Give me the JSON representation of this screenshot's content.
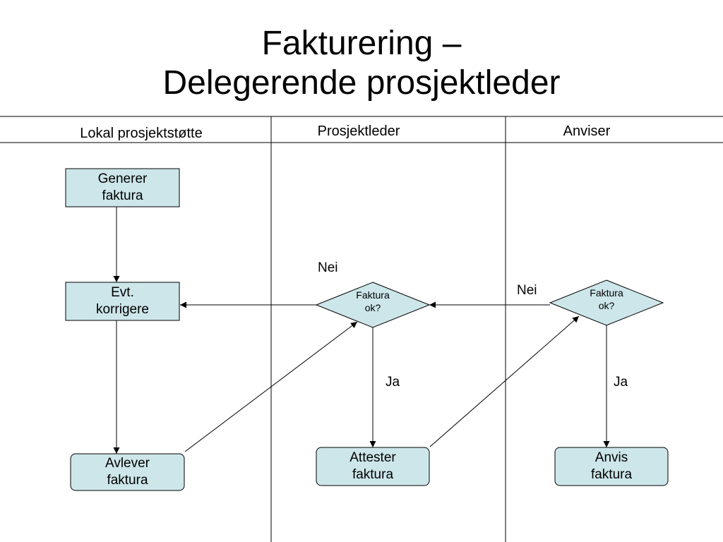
{
  "title": {
    "line1": "Fakturering –",
    "line2": "Delegerende prosjektleder"
  },
  "lanes": [
    {
      "label": "Lokal prosjektstøtte"
    },
    {
      "label": "Prosjektleder"
    },
    {
      "label": "Anviser"
    }
  ],
  "nodes": {
    "generer": {
      "line1": "Generer",
      "line2": "faktura",
      "shape": "rectangle"
    },
    "korrigere": {
      "line1": "Evt.",
      "line2": "korrigere",
      "shape": "rectangle"
    },
    "avlever": {
      "line1": "Avlever",
      "line2": "faktura",
      "shape": "rounded-rectangle"
    },
    "faktura_ok_pl": {
      "line1": "Faktura",
      "line2": "ok?",
      "shape": "diamond"
    },
    "attester": {
      "line1": "Attester",
      "line2": "faktura",
      "shape": "rounded-rectangle"
    },
    "faktura_ok_anviser": {
      "line1": "Faktura",
      "line2": "ok?",
      "shape": "diamond"
    },
    "anvis": {
      "line1": "Anvis",
      "line2": "faktura",
      "shape": "rounded-rectangle"
    }
  },
  "edges": [
    {
      "from": "generer",
      "to": "korrigere",
      "label": ""
    },
    {
      "from": "korrigere",
      "to": "avlever",
      "label": ""
    },
    {
      "from": "avlever",
      "to": "faktura_ok_pl",
      "label": ""
    },
    {
      "from": "faktura_ok_pl",
      "to": "korrigere",
      "label": "Nei"
    },
    {
      "from": "faktura_ok_pl",
      "to": "attester",
      "label": "Ja"
    },
    {
      "from": "attester",
      "to": "faktura_ok_anviser",
      "label": ""
    },
    {
      "from": "faktura_ok_anviser",
      "to": "faktura_ok_pl",
      "label": "Nei"
    },
    {
      "from": "faktura_ok_anviser",
      "to": "anvis",
      "label": "Ja"
    }
  ],
  "colors": {
    "node_fill": "#cde6ea",
    "stroke": "#000000",
    "background": "#ffffff"
  }
}
